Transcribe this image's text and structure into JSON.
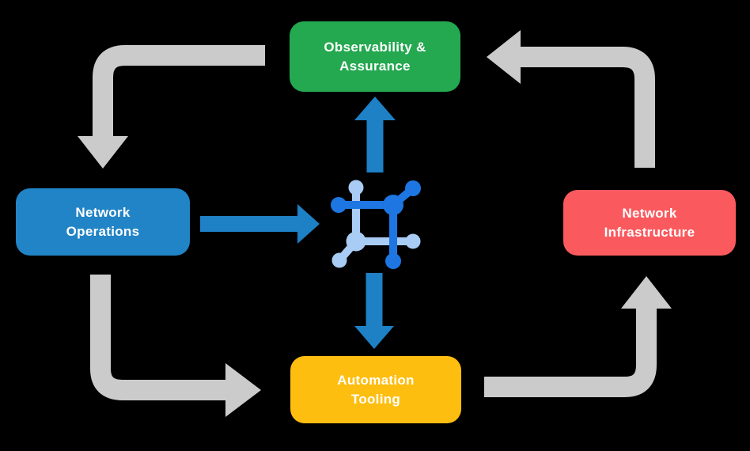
{
  "diagram_title": "Network automation closed-loop diagram",
  "colors": {
    "background": "#000000",
    "gray_arrow": "#CBCBCB",
    "blue_arrow": "#1E80C5",
    "icon_primary": "#1D76E2",
    "icon_secondary": "#A9CCF4",
    "label_text": "#FFFFFF"
  },
  "boxes": {
    "observability": {
      "line1": "Observability &",
      "line2": "Assurance",
      "color": "#24A850"
    },
    "operations": {
      "line1": "Network",
      "line2": "Operations",
      "color": "#2184C6"
    },
    "infrastructure": {
      "line1": "Network",
      "line2": "Infrastructure",
      "color": "#FA5A5E"
    },
    "automation": {
      "line1": "Automation",
      "line2": "Tooling",
      "color": "#FEBE10"
    }
  },
  "center_icon": {
    "name": "network-fabric-icon"
  },
  "arrows": [
    {
      "from": "observability",
      "to": "operations",
      "style": "gray-elbow"
    },
    {
      "from": "infrastructure",
      "to": "observability",
      "style": "gray-elbow"
    },
    {
      "from": "operations",
      "to": "automation",
      "style": "gray-elbow"
    },
    {
      "from": "automation",
      "to": "infrastructure",
      "style": "gray-elbow"
    },
    {
      "from": "operations",
      "to": "center-icon",
      "style": "blue-straight"
    },
    {
      "from": "center-icon",
      "to": "observability",
      "style": "blue-straight"
    },
    {
      "from": "center-icon",
      "to": "automation",
      "style": "blue-straight"
    }
  ]
}
